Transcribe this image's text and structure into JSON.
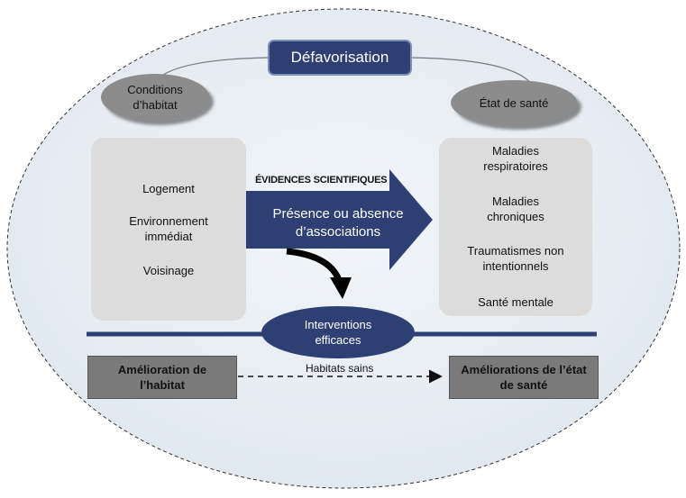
{
  "title": "Défavorisation",
  "conditions_label": "Conditions d’habitat",
  "health_label": "État de santé",
  "left_panel": {
    "items": [
      "Logement",
      "Environnement immédiat",
      "Voisinage"
    ]
  },
  "right_panel": {
    "items": [
      "Maladies respiratoires",
      "Maladies chroniques",
      "Traumatismes non intentionnels",
      "Santé mentale"
    ]
  },
  "evidence_label": "ÉVIDENCES SCIENTIFIQUES",
  "arrow_text": "Présence ou absence d’associations",
  "interventions": "Interventions efficaces",
  "improvement_habitat": "Amélioration de l’habitat",
  "healthy_habitats": "Habitats sains",
  "improvement_health": "Améliorations de l’état de santé",
  "colors": {
    "navy": "#2e3f73",
    "oval_gray": "#8c8c8c",
    "panel_gray": "#dcdcdc",
    "box_gray": "#7a7a7a",
    "background_ellipse": "#e9eff4"
  }
}
